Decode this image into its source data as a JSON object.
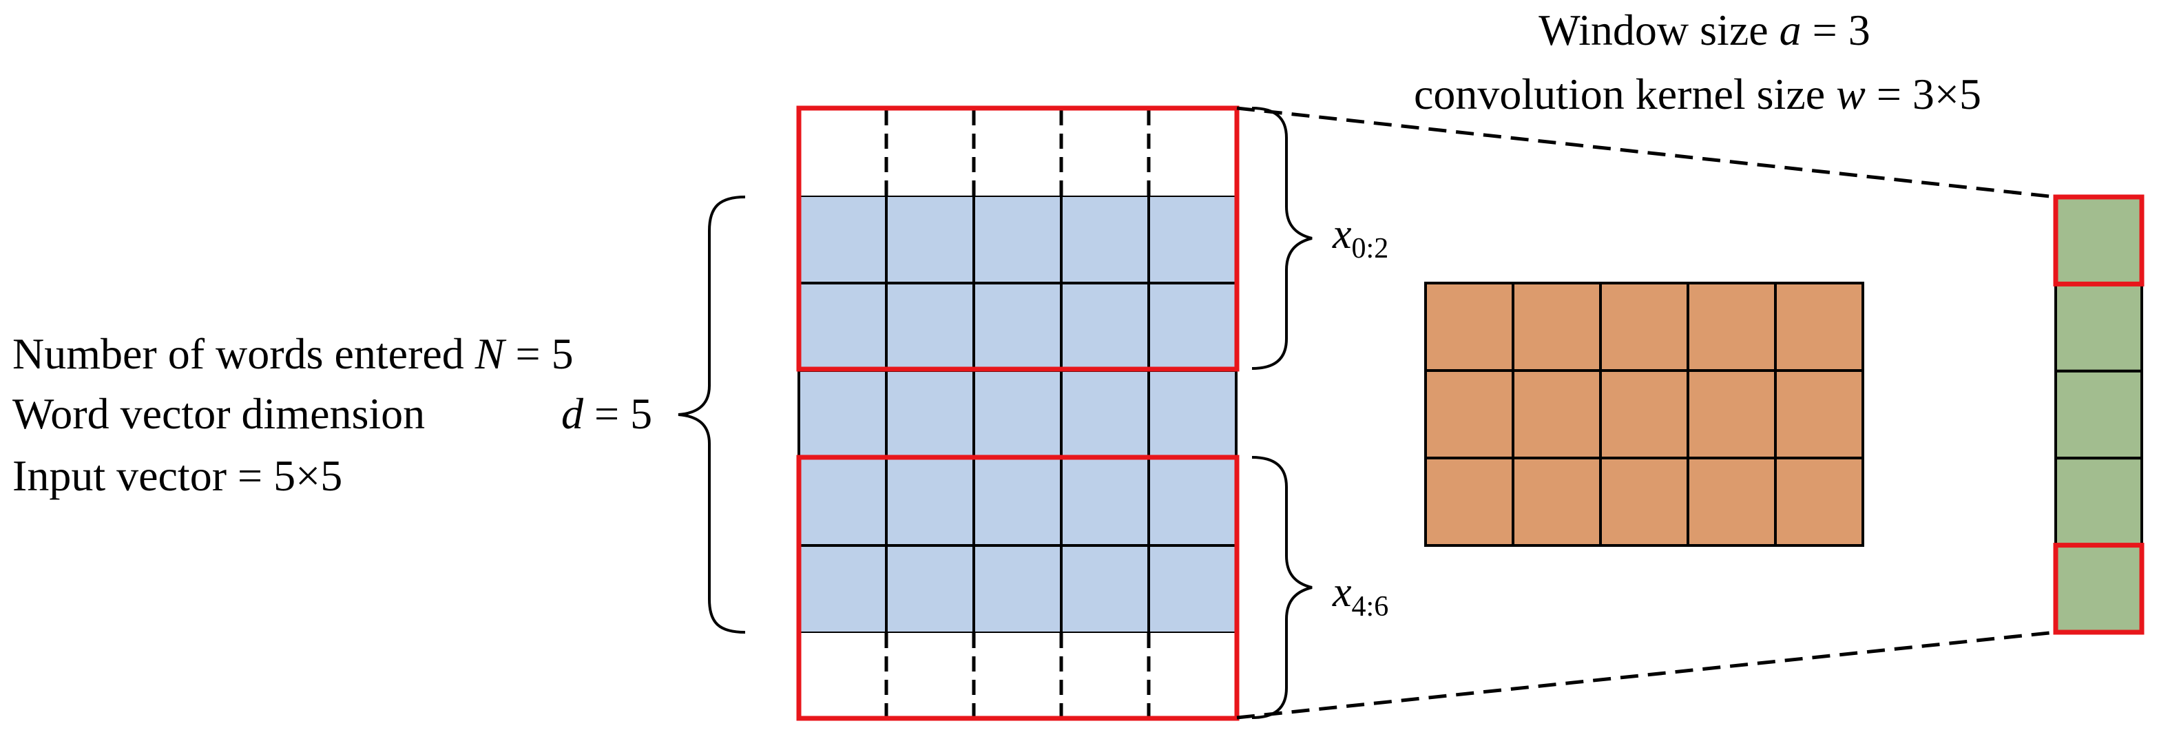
{
  "header": {
    "line1_prefix": "Window size ",
    "line1_var": "a",
    "line1_suffix": " = 3",
    "line2_prefix": "convolution kernel size ",
    "line2_var": "w",
    "line2_suffix": " = 3×5"
  },
  "left_labels": {
    "line1_prefix": "Number of words entered ",
    "line1_var": "N",
    "line1_suffix": " = 5",
    "line2_prefix": "Word vector dimension",
    "line2_var": "d",
    "line2_suffix": " = 5",
    "line3": "Input vector   = 5×5"
  },
  "window_labels": {
    "top_var": "x",
    "top_sub": "0:2",
    "bottom_var": "x",
    "bottom_sub": "4:6"
  },
  "colors": {
    "input_fill": "#bdd0e9",
    "kernel_fill": "#dc9b6d",
    "output_fill": "#a2bd8f",
    "highlight": "#e8161b",
    "line": "#000000"
  }
}
